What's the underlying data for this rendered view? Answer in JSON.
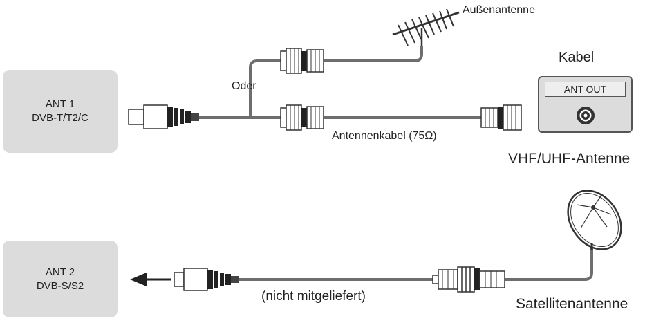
{
  "ant1": {
    "line1": "ANT 1",
    "line2": "DVB-T/T2/C"
  },
  "ant2": {
    "line1": "ANT 2",
    "line2": "DVB-S/S2"
  },
  "labels": {
    "outdoor_antenna": "Außenantenne",
    "cable": "Kabel",
    "or": "Oder",
    "antenna_cable": "Antennenkabel (75Ω)",
    "vhf_uhf": "VHF/UHF-Antenne",
    "not_included": "(nicht mitgeliefert)",
    "satellite": "Satellitenantenne"
  },
  "ant_out": {
    "label": "ANT OUT"
  },
  "colors": {
    "cable": "#6e6e6e",
    "box_fill": "#dcdcdc",
    "outline": "#333333"
  },
  "icons": [
    "outdoor-antenna-icon",
    "satellite-dish-icon",
    "coax-connector-icon",
    "arrow-left-icon",
    "socket-icon"
  ]
}
